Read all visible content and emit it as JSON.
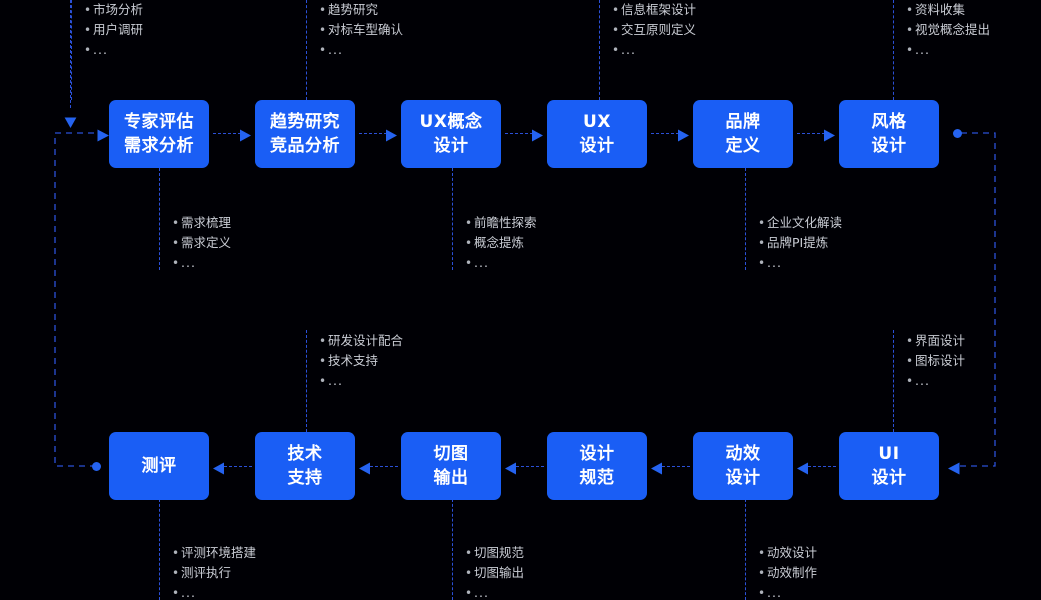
{
  "diagram": {
    "title": "Design process flow",
    "colors": {
      "background": "#000005",
      "node_fill": "#1a5ef5",
      "node_text": "#ffffff",
      "connector": "#2b50d8",
      "note_text": "#c9ccd4",
      "dot": "#2563f0"
    },
    "row_top": [
      {
        "id": "expert-eval",
        "line1": "专家评估",
        "line2": "需求分析"
      },
      {
        "id": "trend-research",
        "line1": "趋势研究",
        "line2": "竞品分析"
      },
      {
        "id": "ux-concept",
        "line1": "UX概念",
        "line2": "设计"
      },
      {
        "id": "ux-design",
        "line1": "UX",
        "line2": "设计"
      },
      {
        "id": "brand-def",
        "line1": "品牌",
        "line2": "定义"
      },
      {
        "id": "style-design",
        "line1": "风格",
        "line2": "设计"
      }
    ],
    "row_bottom": [
      {
        "id": "evaluation",
        "line1": "测评",
        "line2": ""
      },
      {
        "id": "tech-support",
        "line1": "技术",
        "line2": "支持"
      },
      {
        "id": "slice-output",
        "line1": "切图",
        "line2": "输出"
      },
      {
        "id": "design-spec",
        "line1": "设计",
        "line2": "规范"
      },
      {
        "id": "motion",
        "line1": "动效",
        "line2": "设计"
      },
      {
        "id": "ui-design",
        "line1": "UI",
        "line2": "设计"
      }
    ],
    "notes_top": [
      {
        "id": "note-market",
        "items": [
          "市场分析",
          "用户调研",
          "..."
        ]
      },
      {
        "id": "note-trend",
        "items": [
          "趋势研究",
          "对标车型确认",
          "..."
        ]
      },
      {
        "id": "note-info",
        "items": [
          "信息框架设计",
          "交互原则定义",
          "..."
        ]
      },
      {
        "id": "note-material",
        "items": [
          "资料收集",
          "视觉概念提出",
          "..."
        ]
      }
    ],
    "notes_mid_upper": [
      {
        "id": "note-demand",
        "items": [
          "需求梳理",
          "需求定义",
          "..."
        ]
      },
      {
        "id": "note-concept",
        "items": [
          "前瞻性探索",
          "概念提炼",
          "..."
        ]
      },
      {
        "id": "note-brand",
        "items": [
          "企业文化解读",
          "品牌PI提炼",
          "..."
        ]
      }
    ],
    "notes_mid_lower": [
      {
        "id": "note-dev",
        "items": [
          "研发设计配合",
          "技术支持",
          "..."
        ]
      },
      {
        "id": "note-ui",
        "items": [
          "界面设计",
          "图标设计",
          "..."
        ]
      }
    ],
    "notes_bottom": [
      {
        "id": "note-eval",
        "items": [
          "评测环境搭建",
          "测评执行",
          "..."
        ]
      },
      {
        "id": "note-slice",
        "items": [
          "切图规范",
          "切图输出",
          "..."
        ]
      },
      {
        "id": "note-motion",
        "items": [
          "动效设计",
          "动效制作",
          "..."
        ]
      }
    ]
  }
}
